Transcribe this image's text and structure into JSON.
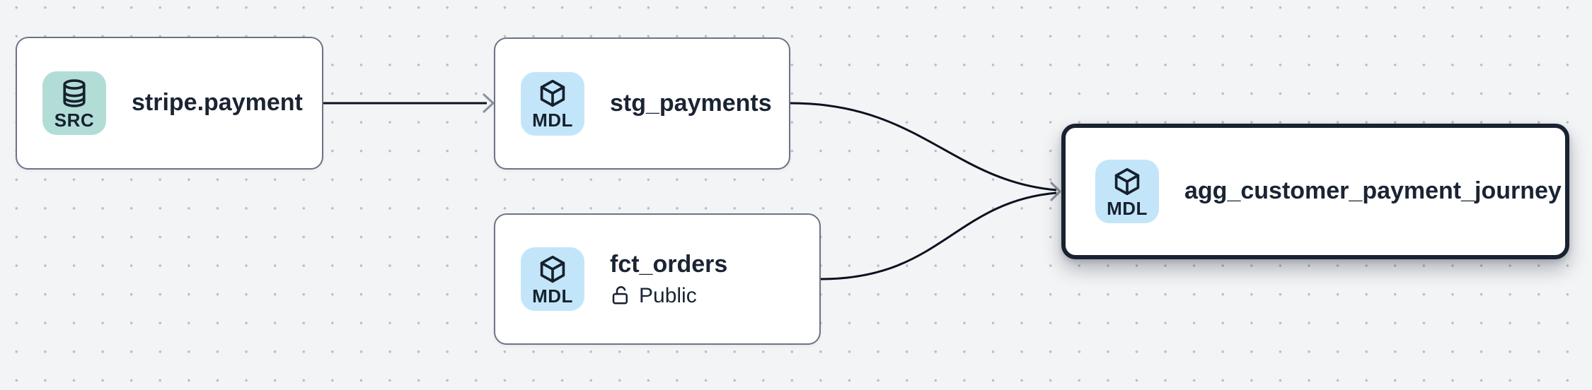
{
  "canvas": {
    "background": "#f3f4f6",
    "dot_color": "#b9bdc8"
  },
  "colors": {
    "node_border": "#6b7486",
    "selected_node_border": "#182230",
    "node_background": "#ffffff",
    "text": "#1a2433",
    "edge": "#0a121f",
    "arrowhead": "#8b93a2",
    "src_badge_background": "#b2ddd7",
    "mdl_badge_background": "#c3e5f9"
  },
  "nodes": [
    {
      "id": "stripe.payment",
      "title": "stripe.payment",
      "badge": "SRC",
      "icon": "database",
      "selected": false
    },
    {
      "id": "stg_payments",
      "title": "stg_payments",
      "badge": "MDL",
      "icon": "cube",
      "selected": false
    },
    {
      "id": "fct_orders",
      "title": "fct_orders",
      "badge": "MDL",
      "icon": "cube",
      "visibility": "Public",
      "visibility_icon": "unlock",
      "selected": false
    },
    {
      "id": "agg_customer_payment_journey",
      "title": "agg_customer_payment_journey",
      "badge": "MDL",
      "icon": "cube",
      "selected": true
    }
  ],
  "edges": [
    {
      "from": "stripe.payment",
      "to": "stg_payments"
    },
    {
      "from": "stg_payments",
      "to": "agg_customer_payment_journey"
    },
    {
      "from": "fct_orders",
      "to": "agg_customer_payment_journey"
    }
  ]
}
